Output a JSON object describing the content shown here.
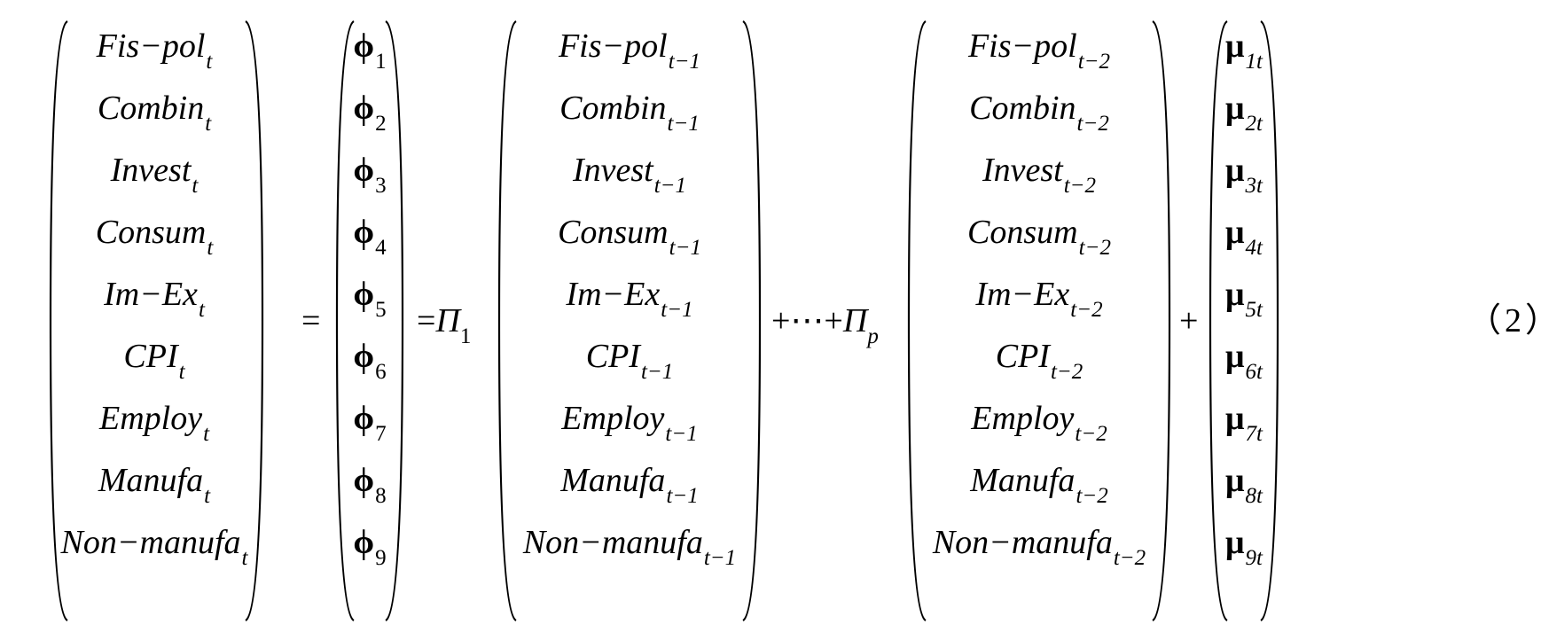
{
  "equation": {
    "lhs": [
      {
        "base": "Fis−pol",
        "sub": "t"
      },
      {
        "base": "Combin",
        "sub": "t"
      },
      {
        "base": "Invest",
        "sub": "t"
      },
      {
        "base": "Consum",
        "sub": "t"
      },
      {
        "base": "Im−Ex",
        "sub": "t"
      },
      {
        "base": "CPI",
        "sub": "t"
      },
      {
        "base": "Employ",
        "sub": "t"
      },
      {
        "base": "Manufa",
        "sub": "t"
      },
      {
        "base": "Non−manufa",
        "sub": "t"
      }
    ],
    "phi": [
      {
        "base": "ϕ",
        "sub": "1"
      },
      {
        "base": "ϕ",
        "sub": "2"
      },
      {
        "base": "ϕ",
        "sub": "3"
      },
      {
        "base": "ϕ",
        "sub": "4"
      },
      {
        "base": "ϕ",
        "sub": "5"
      },
      {
        "base": "ϕ",
        "sub": "6"
      },
      {
        "base": "ϕ",
        "sub": "7"
      },
      {
        "base": "ϕ",
        "sub": "8"
      },
      {
        "base": "ϕ",
        "sub": "9"
      }
    ],
    "lag1": [
      {
        "base": "Fis−pol",
        "sub": "t−1"
      },
      {
        "base": "Combin",
        "sub": "t−1"
      },
      {
        "base": "Invest",
        "sub": "t−1"
      },
      {
        "base": "Consum",
        "sub": "t−1"
      },
      {
        "base": "Im−Ex",
        "sub": "t−1"
      },
      {
        "base": "CPI",
        "sub": "t−1"
      },
      {
        "base": "Employ",
        "sub": "t−1"
      },
      {
        "base": "Manufa",
        "sub": "t−1"
      },
      {
        "base": "Non−manufa",
        "sub": "t−1"
      }
    ],
    "lag2": [
      {
        "base": "Fis−pol",
        "sub": "t−2"
      },
      {
        "base": "Combin",
        "sub": "t−2"
      },
      {
        "base": "Invest",
        "sub": "t−2"
      },
      {
        "base": "Consum",
        "sub": "t−2"
      },
      {
        "base": "Im−Ex",
        "sub": "t−2"
      },
      {
        "base": "CPI",
        "sub": "t−2"
      },
      {
        "base": "Employ",
        "sub": "t−2"
      },
      {
        "base": "Manufa",
        "sub": "t−2"
      },
      {
        "base": "Non−manufa",
        "sub": "t−2"
      }
    ],
    "mu": [
      {
        "base": "μ",
        "sub": "1t"
      },
      {
        "base": "μ",
        "sub": "2t"
      },
      {
        "base": "μ",
        "sub": "3t"
      },
      {
        "base": "μ",
        "sub": "4t"
      },
      {
        "base": "μ",
        "sub": "5t"
      },
      {
        "base": "μ",
        "sub": "6t"
      },
      {
        "base": "μ",
        "sub": "7t"
      },
      {
        "base": "μ",
        "sub": "8t"
      },
      {
        "base": "μ",
        "sub": "9t"
      }
    ],
    "operators": {
      "eq1": "=",
      "eq2": "=",
      "pi1_base": "Π",
      "pi1_sub": "1",
      "plus_dots": "+⋯+",
      "pip_base": "Π",
      "pip_sub": "p",
      "plus": "+"
    },
    "number": "（2）"
  }
}
